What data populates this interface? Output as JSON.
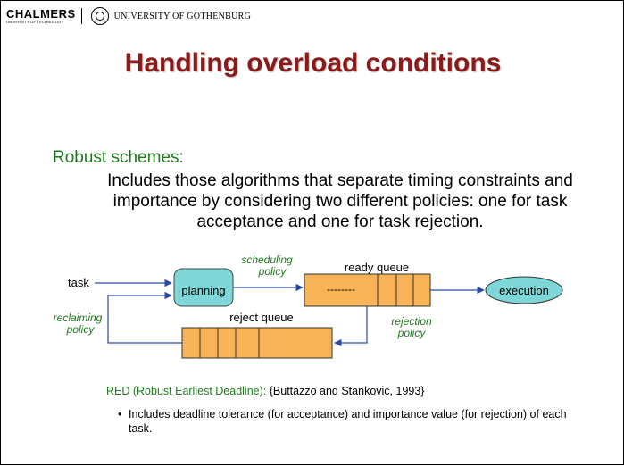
{
  "header": {
    "institution": "CHALMERS",
    "institution_sub": "UNIVERSITY OF TECHNOLOGY",
    "partner": "UNIVERSITY OF GOTHENBURG"
  },
  "title": "Handling overload conditions",
  "subheading": "Robust schemes:",
  "description": "Includes those algorithms that separate timing constraints and importance by considering two different policies: one for task acceptance and one for task rejection.",
  "diagram": {
    "task_label": "task",
    "planning_label": "planning",
    "scheduling_policy_label": [
      "scheduling",
      "policy"
    ],
    "ready_queue_label": "ready queue",
    "ready_queue_dashes": "--------",
    "execution_label": "execution",
    "reject_queue_label": "reject queue",
    "reclaiming_policy_label": [
      "reclaiming",
      "policy"
    ],
    "rejection_policy_label": [
      "rejection",
      "policy"
    ],
    "colors": {
      "planning_fill": "#7fd6d6",
      "queue_fill": "#f7b356",
      "execution_fill": "#7fd6d6",
      "policy_text": "#1f7a1f",
      "arrow": "#2b4aa6"
    }
  },
  "red": {
    "label": "RED (Robust Earliest Deadline):",
    "citation": "{Buttazzo and Stankovic, 1993}",
    "bullet": "Includes deadline tolerance (for acceptance) and importance value (for rejection) of each task."
  }
}
